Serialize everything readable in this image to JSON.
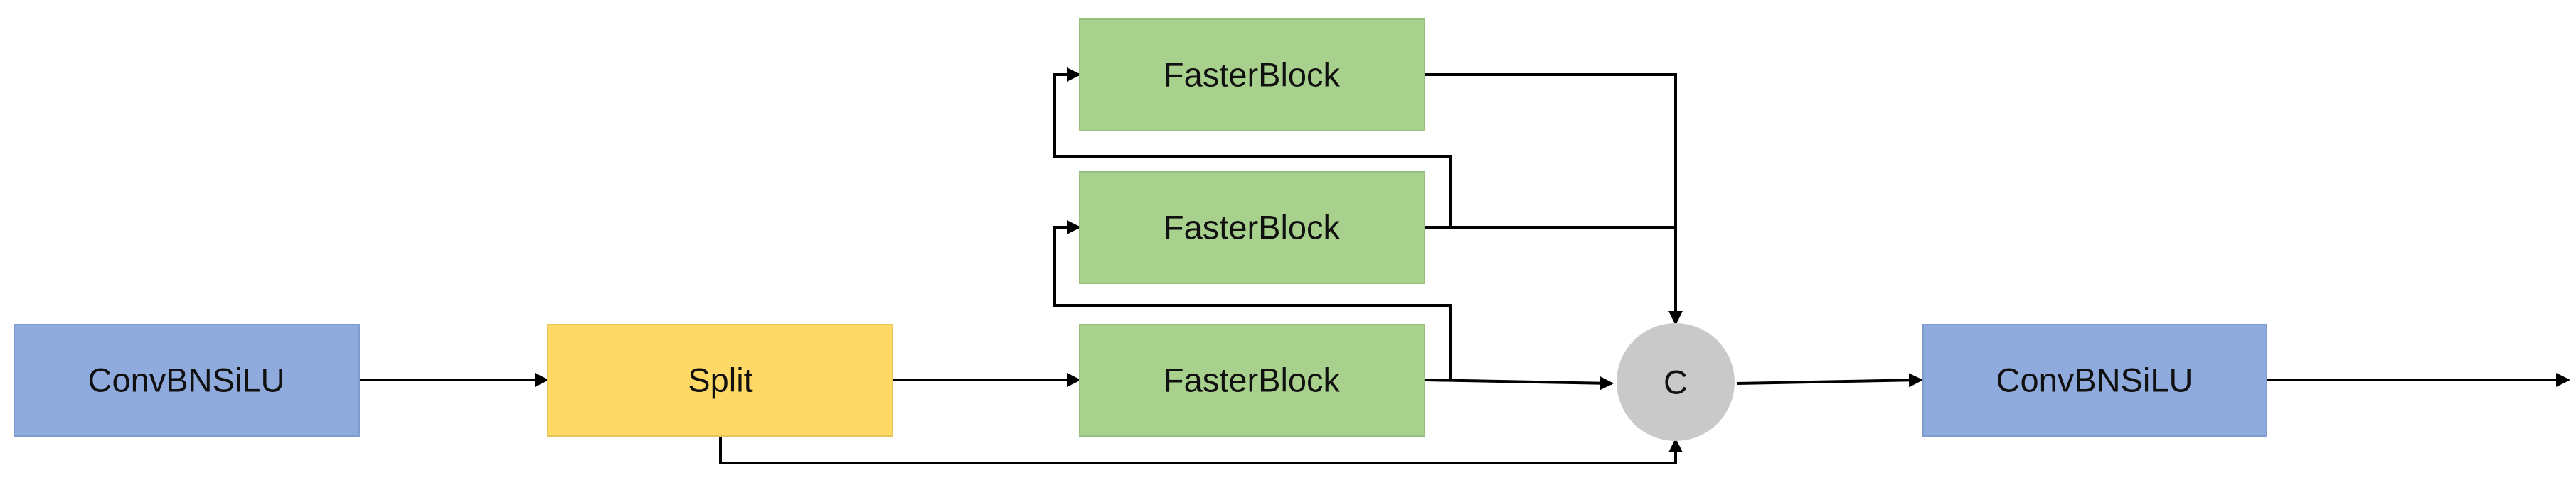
{
  "nodes": {
    "convbnsilu_in": {
      "label": "ConvBNSiLU",
      "color": "#8FAADC"
    },
    "split": {
      "label": "Split",
      "color": "#FFD966"
    },
    "fasterblock_bottom": {
      "label": "FasterBlock",
      "color": "#A9D18E"
    },
    "fasterblock_middle": {
      "label": "FasterBlock",
      "color": "#A9D18E"
    },
    "fasterblock_top": {
      "label": "FasterBlock",
      "color": "#A9D18E"
    },
    "concat": {
      "label": "C",
      "color": "#C9C9C9"
    },
    "convbnsilu_out": {
      "label": "ConvBNSiLU",
      "color": "#8FAADC"
    }
  },
  "edge_color": "#000000"
}
